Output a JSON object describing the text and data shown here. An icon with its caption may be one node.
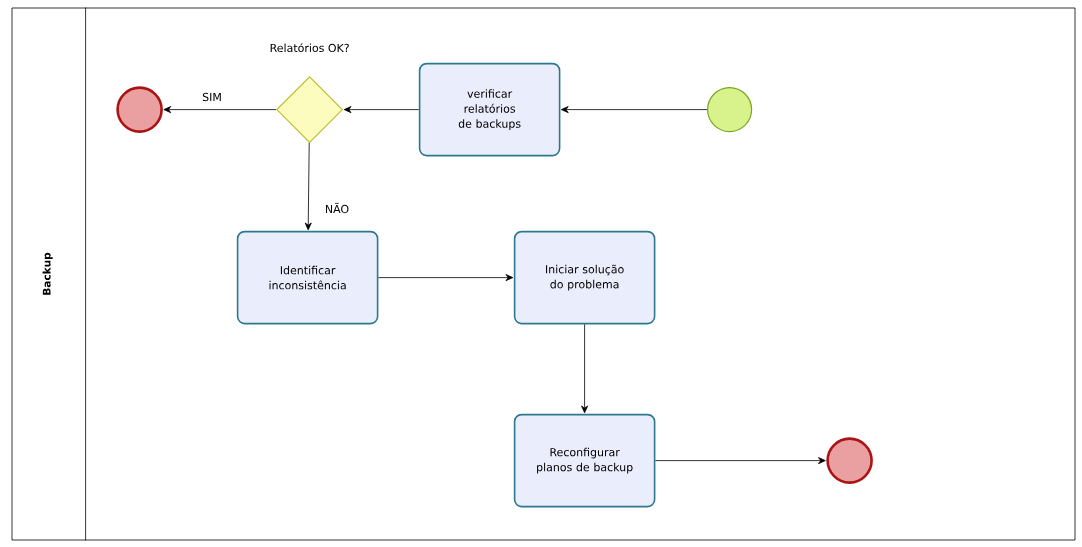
{
  "diagram": {
    "nodes": [
      {
        "text": [
          "Backup"
        ]
      },
      {
        "text": [],
        "shape": "circle",
        "in": 0
      },
      {
        "text": [
          "verificar relatórios de backups"
        ],
        "in": 0
      },
      {
        "text": [
          "Relatórios OK?"
        ],
        "in": 0
      },
      {
        "text": [],
        "shape": "circle",
        "in": 0
      },
      {
        "text": [
          "Identificar inconsistência"
        ],
        "in": 0
      },
      {
        "text": [
          "Iniciar solução do problema"
        ],
        "in": 0
      },
      {
        "text": [
          "Reconfigurar planos de backup"
        ],
        "in": 0
      },
      {
        "text": [],
        "shape": "circle",
        "in": 0
      }
    ],
    "edges": [
      {
        "from": 1,
        "to": 2,
        "arrow": "to"
      },
      {
        "from": 2,
        "to": 3,
        "arrow": "to"
      },
      {
        "from": 3,
        "to": 4,
        "arrow": "to",
        "label": "SIM"
      },
      {
        "from": 3,
        "to": 5,
        "arrow": "to",
        "label": "NÃO"
      },
      {
        "from": 5,
        "to": 6,
        "arrow": "to"
      },
      {
        "from": 6,
        "to": 7,
        "arrow": "to"
      },
      {
        "from": 7,
        "to": 8,
        "arrow": "to"
      }
    ]
  }
}
